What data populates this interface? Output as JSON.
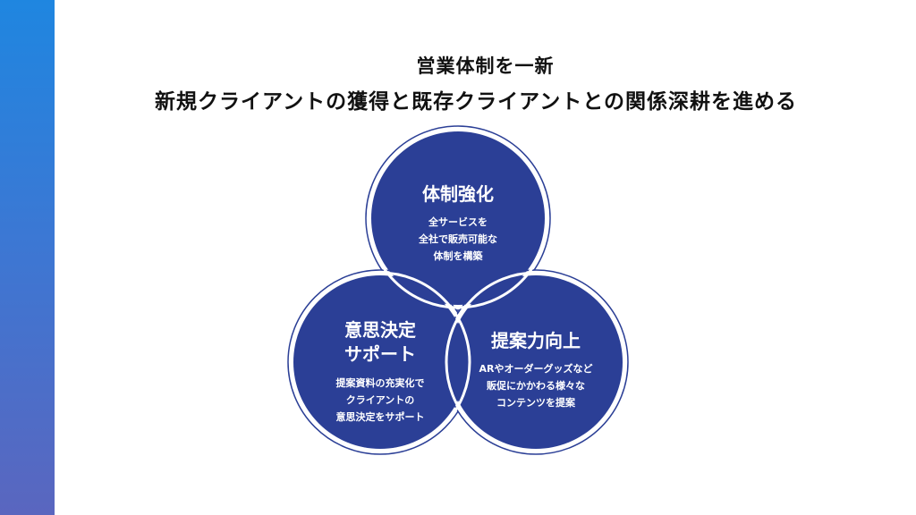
{
  "title": {
    "line1": "営業体制を一新",
    "line2": "新規クライアントの獲得と既存クライアントとの関係深耕を進める"
  },
  "colors": {
    "circle_fill": "#2b3f96",
    "circle_ring": "#2b3f96",
    "sidebar_top": "#1f86e0",
    "sidebar_bottom": "#5a66bf"
  },
  "circles": [
    {
      "heading": [
        "体制強化"
      ],
      "body": [
        "全サービスを",
        "全社で販売可能な",
        "体制を構築"
      ]
    },
    {
      "heading": [
        "意思決定",
        "サポート"
      ],
      "body": [
        "提案資料の充実化で",
        "クライアントの",
        "意思決定をサポート"
      ]
    },
    {
      "heading": [
        "提案力向上"
      ],
      "body": [
        "ARやオーダーグッズなど",
        "販促にかかわる様々な",
        "コンテンツを提案"
      ]
    }
  ]
}
